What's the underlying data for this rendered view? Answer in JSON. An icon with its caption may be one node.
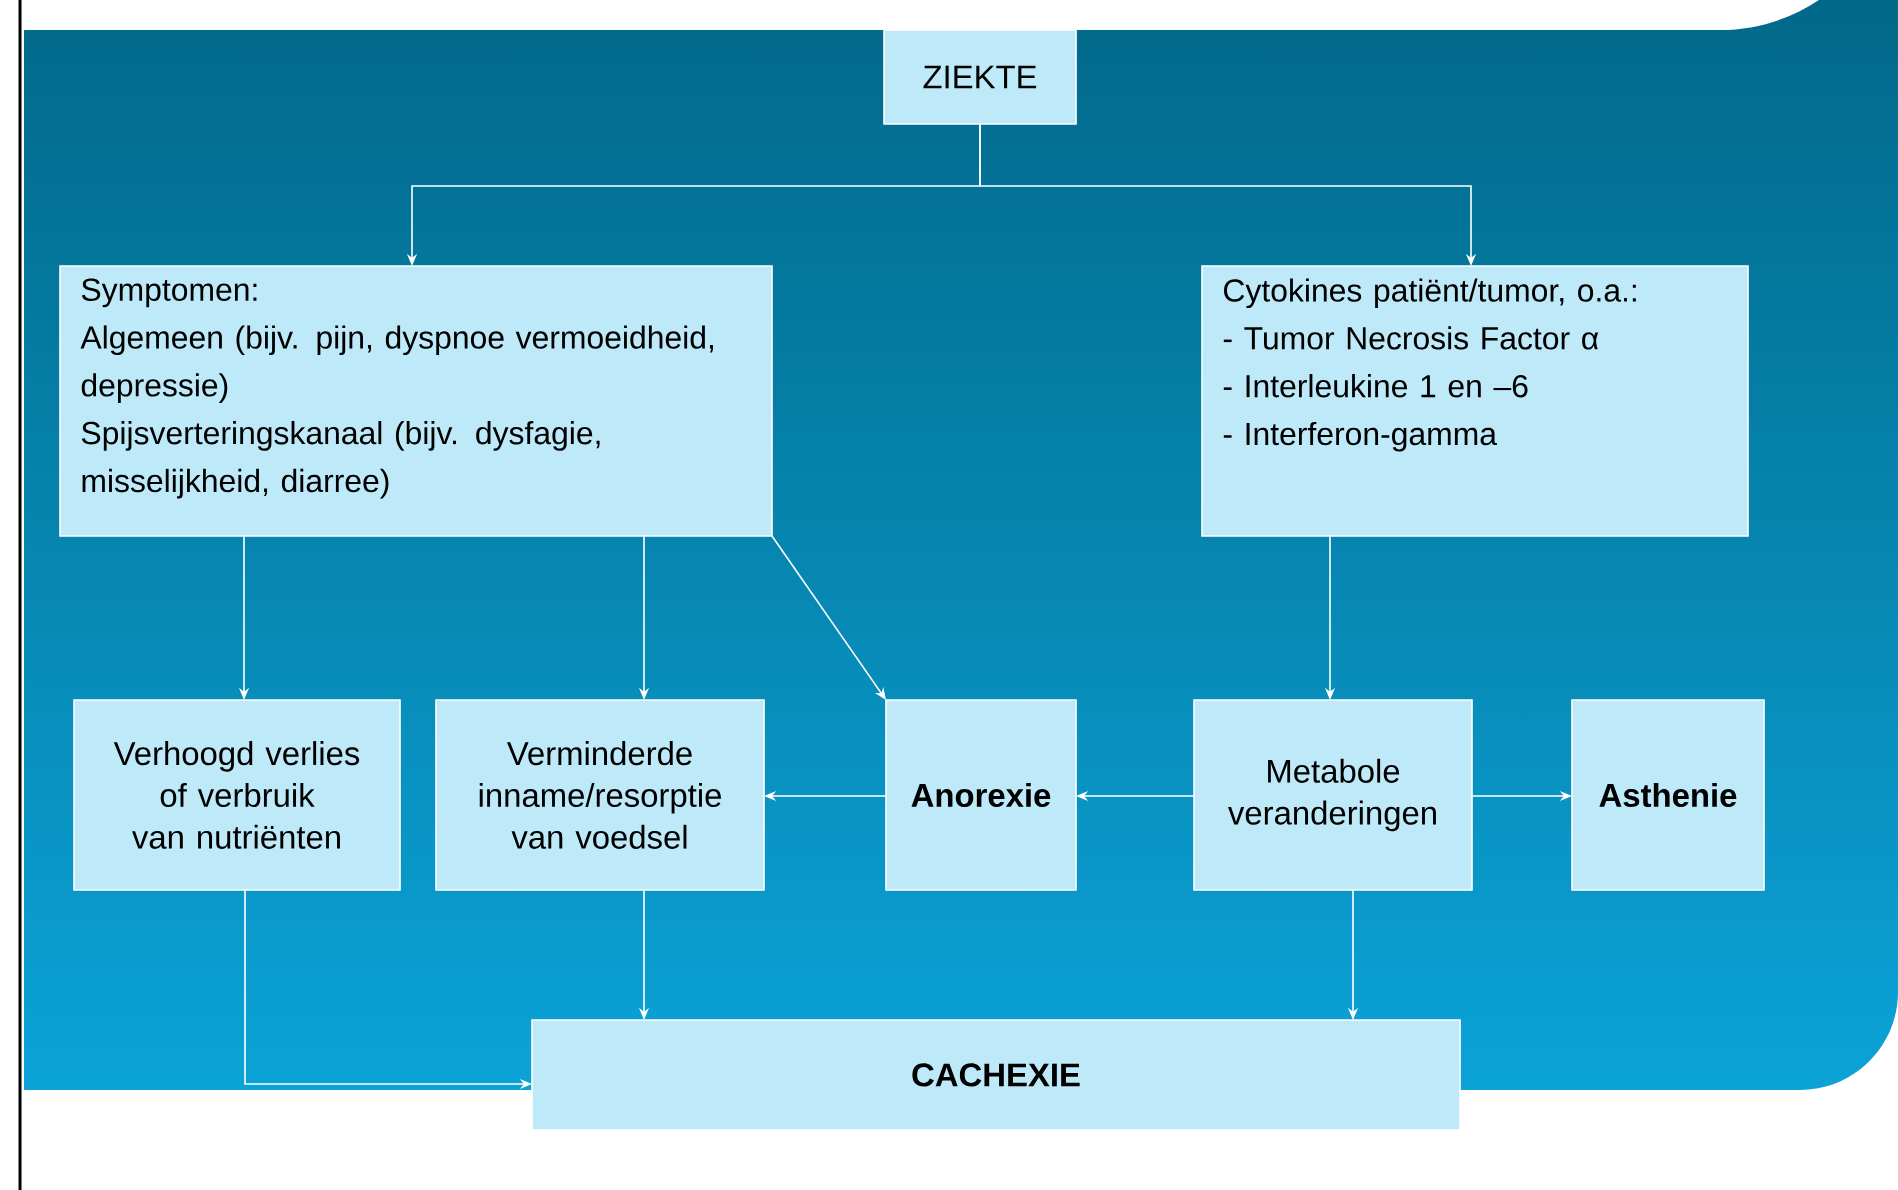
{
  "diagram": {
    "nodes": [
      {
        "text": [
          "ZIEKTE"
        ]
      },
      {
        "text": [
          "Symptomen:",
          "Algemeen (bijv. pijn, dyspnoe vermoeidheid, depressie)",
          "Spijsverteringskanaal (bijv. dysfagie, misselijkheid, diarree)"
        ]
      },
      {
        "text": [
          "Cytokines patiënt/tumor, o.a.:",
          "- Tumor Necrosis Factor α",
          "- Interleukine 1 en –6",
          "- Interferon-gamma"
        ]
      },
      {
        "text": [
          "Verhoogd verlies of verbruik van nutriënten"
        ]
      },
      {
        "text": [
          "Verminderde inname/resorptie van voedsel"
        ]
      },
      {
        "text": [
          "**Anorexie**"
        ]
      },
      {
        "text": [
          "Metabole veranderingen"
        ]
      },
      {
        "text": [
          "**Asthenie**"
        ]
      },
      {
        "text": [
          "**CACHEXIE**"
        ]
      }
    ],
    "edges": [
      {
        "from": 0,
        "to": 1,
        "arrow": "to"
      },
      {
        "from": 0,
        "to": 2,
        "arrow": "to"
      },
      {
        "from": 1,
        "to": 3,
        "arrow": "to"
      },
      {
        "from": 1,
        "to": 4,
        "arrow": "to"
      },
      {
        "from": 1,
        "to": 5,
        "arrow": "to"
      },
      {
        "from": 2,
        "to": 6,
        "arrow": "to"
      },
      {
        "from": 6,
        "to": 5,
        "arrow": "to"
      },
      {
        "from": 5,
        "to": 4,
        "arrow": "to"
      },
      {
        "from": 6,
        "to": 7,
        "arrow": "to"
      },
      {
        "from": 3,
        "to": 8,
        "arrow": "to"
      },
      {
        "from": 4,
        "to": 8,
        "arrow": "to"
      },
      {
        "from": 6,
        "to": 8,
        "arrow": "to"
      }
    ]
  }
}
